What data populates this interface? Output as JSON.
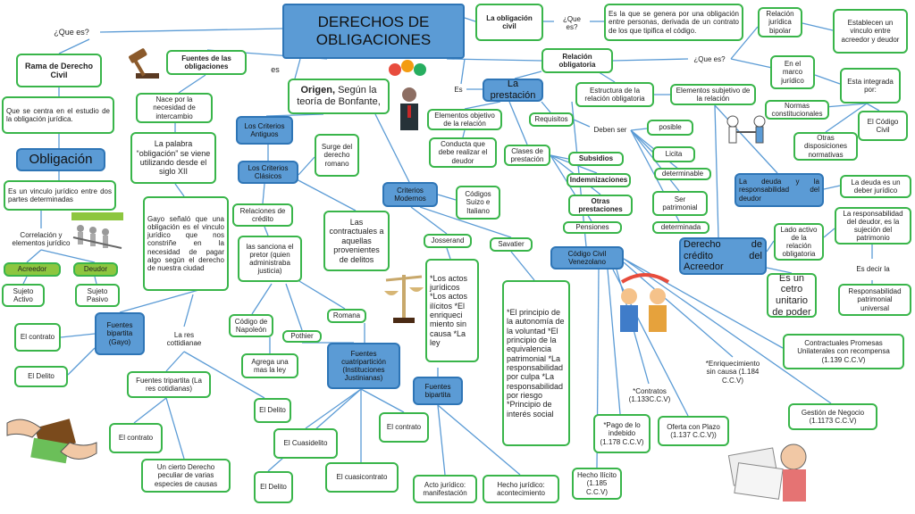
{
  "title": "DERECHOS DE OBLIGACIONES",
  "nodes": {
    "que_es_1": "¿Que es?",
    "rama": "Rama de Derecho Civil",
    "centra": "Que se centra en el estudio de la obligación jurídica.",
    "obligacion": "Obligación",
    "vinculo": "Es un vinculo jurídico entre dos partes determinadas",
    "correlacion": "Correlación y elementos jurídico",
    "acreedor": "Acreedor",
    "deudor": "Deudor",
    "sujeto_activo": "Sujeto Activo",
    "sujeto_pasivo": "Sujeto Pasivo",
    "fuentes_obl": "Fuentes de las obligaciones",
    "es_1": "es",
    "nace": "Nace por la necesidad de intercambio",
    "palabra": "La palabra “obligación” se viene utilizando desde el siglo XII",
    "gayo": "Gayo señaló que una obligación es el vinculo jurídico que nos constriñe en la necesidad de pagar algo según el derecho de nuestra ciudad",
    "origen_bold": "Origen,",
    "origen_rest": " Según la teoría de Bonfante,",
    "crit_antiguos": "Los Criterios Antiguos",
    "crit_clasicos": "Los Criterios Clásicos",
    "surge": "Surge del derecho romano",
    "relaciones_credito": "Relaciones de crédito",
    "sanciona": "las sanciona el pretor (quien administraba justicia)",
    "contractuales": "Las contractuales a aquellas provenientes de delitos",
    "crit_modernos": "Criterios Modernos",
    "codigos": "Códigos Suizo e Italiano",
    "josserand": "Josserand",
    "savatier": "Savatier",
    "actos": "*Los actos jurídicos *Los actos ilícitos *El enriqueci miento sin causa *La ley",
    "principios": "*El principio de la autonomía de la voluntad *El principio de la equivalencia patrimonial *La responsabilidad por culpa *La responsabilidad por riesgo *Principio de interés social",
    "fb_gayo": "Fuentes bipartita (Gayo)",
    "el_contrato_1": "El contrato",
    "el_delito_1": "El Delito",
    "res_cott": "La res cottidianae",
    "codigo_napoleon": "Código de Napoleón",
    "pothier": "Pothier",
    "romana": "Romana",
    "agrega": "Agrega una mas la ley",
    "fuentes_cuatri": "Fuentes cuatripartición (Instituciones Justinianas)",
    "fuentes_trip": "Fuentes tripartita (La res cotidianas)",
    "el_delito_2": "El Delito",
    "el_contrato_2": "El contrato",
    "el_contrato_3": "El contrato",
    "cuasidelito": "El Cuasidelito",
    "cierto_derecho": "Un cierto Derecho peculiar de varias especies de causas",
    "el_delito_3": "El Delito",
    "cuasicontrato": "El cuasicontrato",
    "fuentes_bip": "Fuentes bipartita",
    "acto_juridico": "Acto jurídico: manifestación",
    "hecho_juridico": "Hecho jurídico: acontecimiento",
    "la_obligacion_civil": "La obligación civil",
    "que_es_2": "¿Que es?",
    "def_obligacion": "Es la que se genera por una obligación entre personas, derivada de un contrato de los que tipifica el código.",
    "relacion_obligatoria": "Relación obligatoria",
    "que_es_3": "¿Que es?",
    "rel_bipolar": "Relación jurídica bipolar",
    "establecen": "Establecen un vinculo entre acreedor y deudor",
    "marco": "En el marco jurídico",
    "integrada": "Esta integrada por:",
    "normas_const": "Normas constitucionales",
    "codigo_civil": "El Código Civil",
    "otras_disp": "Otras disposiciones normativas",
    "es_2": "Es",
    "la_prestacion": "La prestación",
    "estructura": "Estructura de la relación obligatoria",
    "elementos_subj": "Elementos subjetivo de la relación",
    "elementos_obj": "Elementos objetivo de la relación",
    "conducta": "Conducta que debe realizar el deudor",
    "requisitos": "Requisitos",
    "deben_ser": "Deben ser",
    "posible": "posible",
    "licita": "Licita",
    "determinable": "determinable",
    "ser_patrimonial": "Ser patrimonial",
    "determinada": "determinada",
    "clases": "Clases de prestación",
    "subsidios": "Subsidios",
    "indemnizaciones": "Indemnizaciones",
    "otras_prest": "Otras prestaciones",
    "pensiones": "Pensiones",
    "deuda_resp": "La deuda y la responsabilidad del deudor",
    "deuda_es": "La deuda es un deber jurídico",
    "derecho_credito": "Derecho de crédito del Acreedor",
    "lado_activo": "Lado activo de la relación obligatoria",
    "resp_deudor": "La responsabilidad del deudor, es la sujeción del patrimonio",
    "es_decir": "Es decir la",
    "resp_universal": "Responsabilidad patrimonial universal",
    "es_un_cetro": "Es un cetro unitario de poder",
    "codigo_venezolano": "Código Civil Venezolano",
    "contractuales_promesas": "Contractuales Promesas Unilaterales con recompensa (1.139 C.C.V)",
    "enriquecimiento": "*Enriquecimiento sin causa (1.184 C.C.V)",
    "contratos": "*Contratos (1.133C.C.V)",
    "gestion": "Gestión de Negocio (1.1173 C.C.V)",
    "pago_indebido": "*Pago de lo indebido (1.178 C.C.V)",
    "oferta": "Oferta con Plazo (1.137 C.C.V))",
    "hecho_ilicito": "Hecho Ilícito (1.185 C.C.V)"
  },
  "colors": {
    "green_border": "#39b54a",
    "blue_fill": "#5b9bd5",
    "blue_border": "#2e75b6",
    "edge": "#5b9bd5"
  }
}
